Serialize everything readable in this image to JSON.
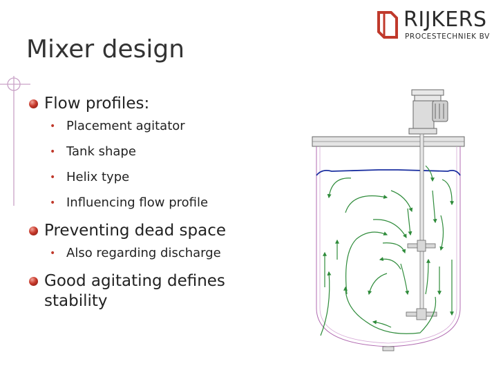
{
  "slide": {
    "title": "Mixer design",
    "logo": {
      "name": "RIJKERS",
      "subtitle": "PROCESTECHNIEK BV",
      "color": "#c0392b"
    },
    "items": [
      {
        "text": "Flow profiles:",
        "subitems": [
          "Placement agitator",
          "Tank shape",
          "Helix type",
          "Influencing flow profile"
        ]
      },
      {
        "text": "Preventing dead space",
        "subitems": [
          "Also regarding discharge"
        ]
      },
      {
        "text": "Good agitating defines stability",
        "subitems": []
      }
    ],
    "bullet_color": "#c0392b",
    "subbullet_glyph": "•"
  }
}
